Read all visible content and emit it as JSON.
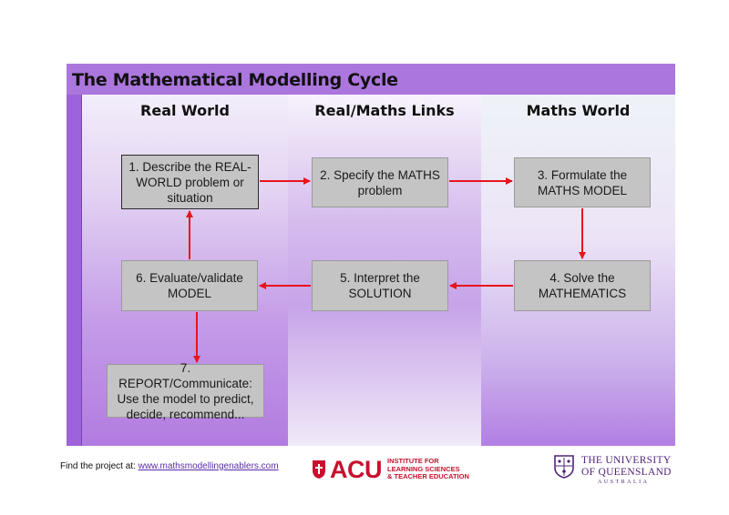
{
  "title": "The Mathematical Modelling Cycle",
  "columns": [
    "Real World",
    "Real/Maths Links",
    "Maths World"
  ],
  "steps": [
    "1. Describe the REAL-\nWORLD problem or\nsituation",
    "2. Specify the MATHS\nproblem",
    "3. Formulate the\nMATHS MODEL",
    "4. Solve the\nMATHEMATICS",
    "5. Interpret the\nSOLUTION",
    "6. Evaluate/validate\nMODEL",
    "7. REPORT/Communicate:\nUse the model to predict,\ndecide, recommend..."
  ],
  "footer": {
    "prefix": "Find the project at: ",
    "link": "www.mathsmodellingenablers.com"
  },
  "logos": {
    "acu_letters": "ACU",
    "acu_institute": [
      "INSTITUTE FOR",
      "LEARNING SCIENCES",
      "& TEACHER EDUCATION"
    ],
    "uq_line1": "THE UNIVERSITY",
    "uq_line2": "OF QUEENSLAND",
    "uq_line3": "AUSTRALIA"
  },
  "colors": {
    "header": "#ab76dd",
    "arrow": "#e8141b",
    "acu_red": "#c8102e",
    "uq_purple": "#51247a"
  }
}
